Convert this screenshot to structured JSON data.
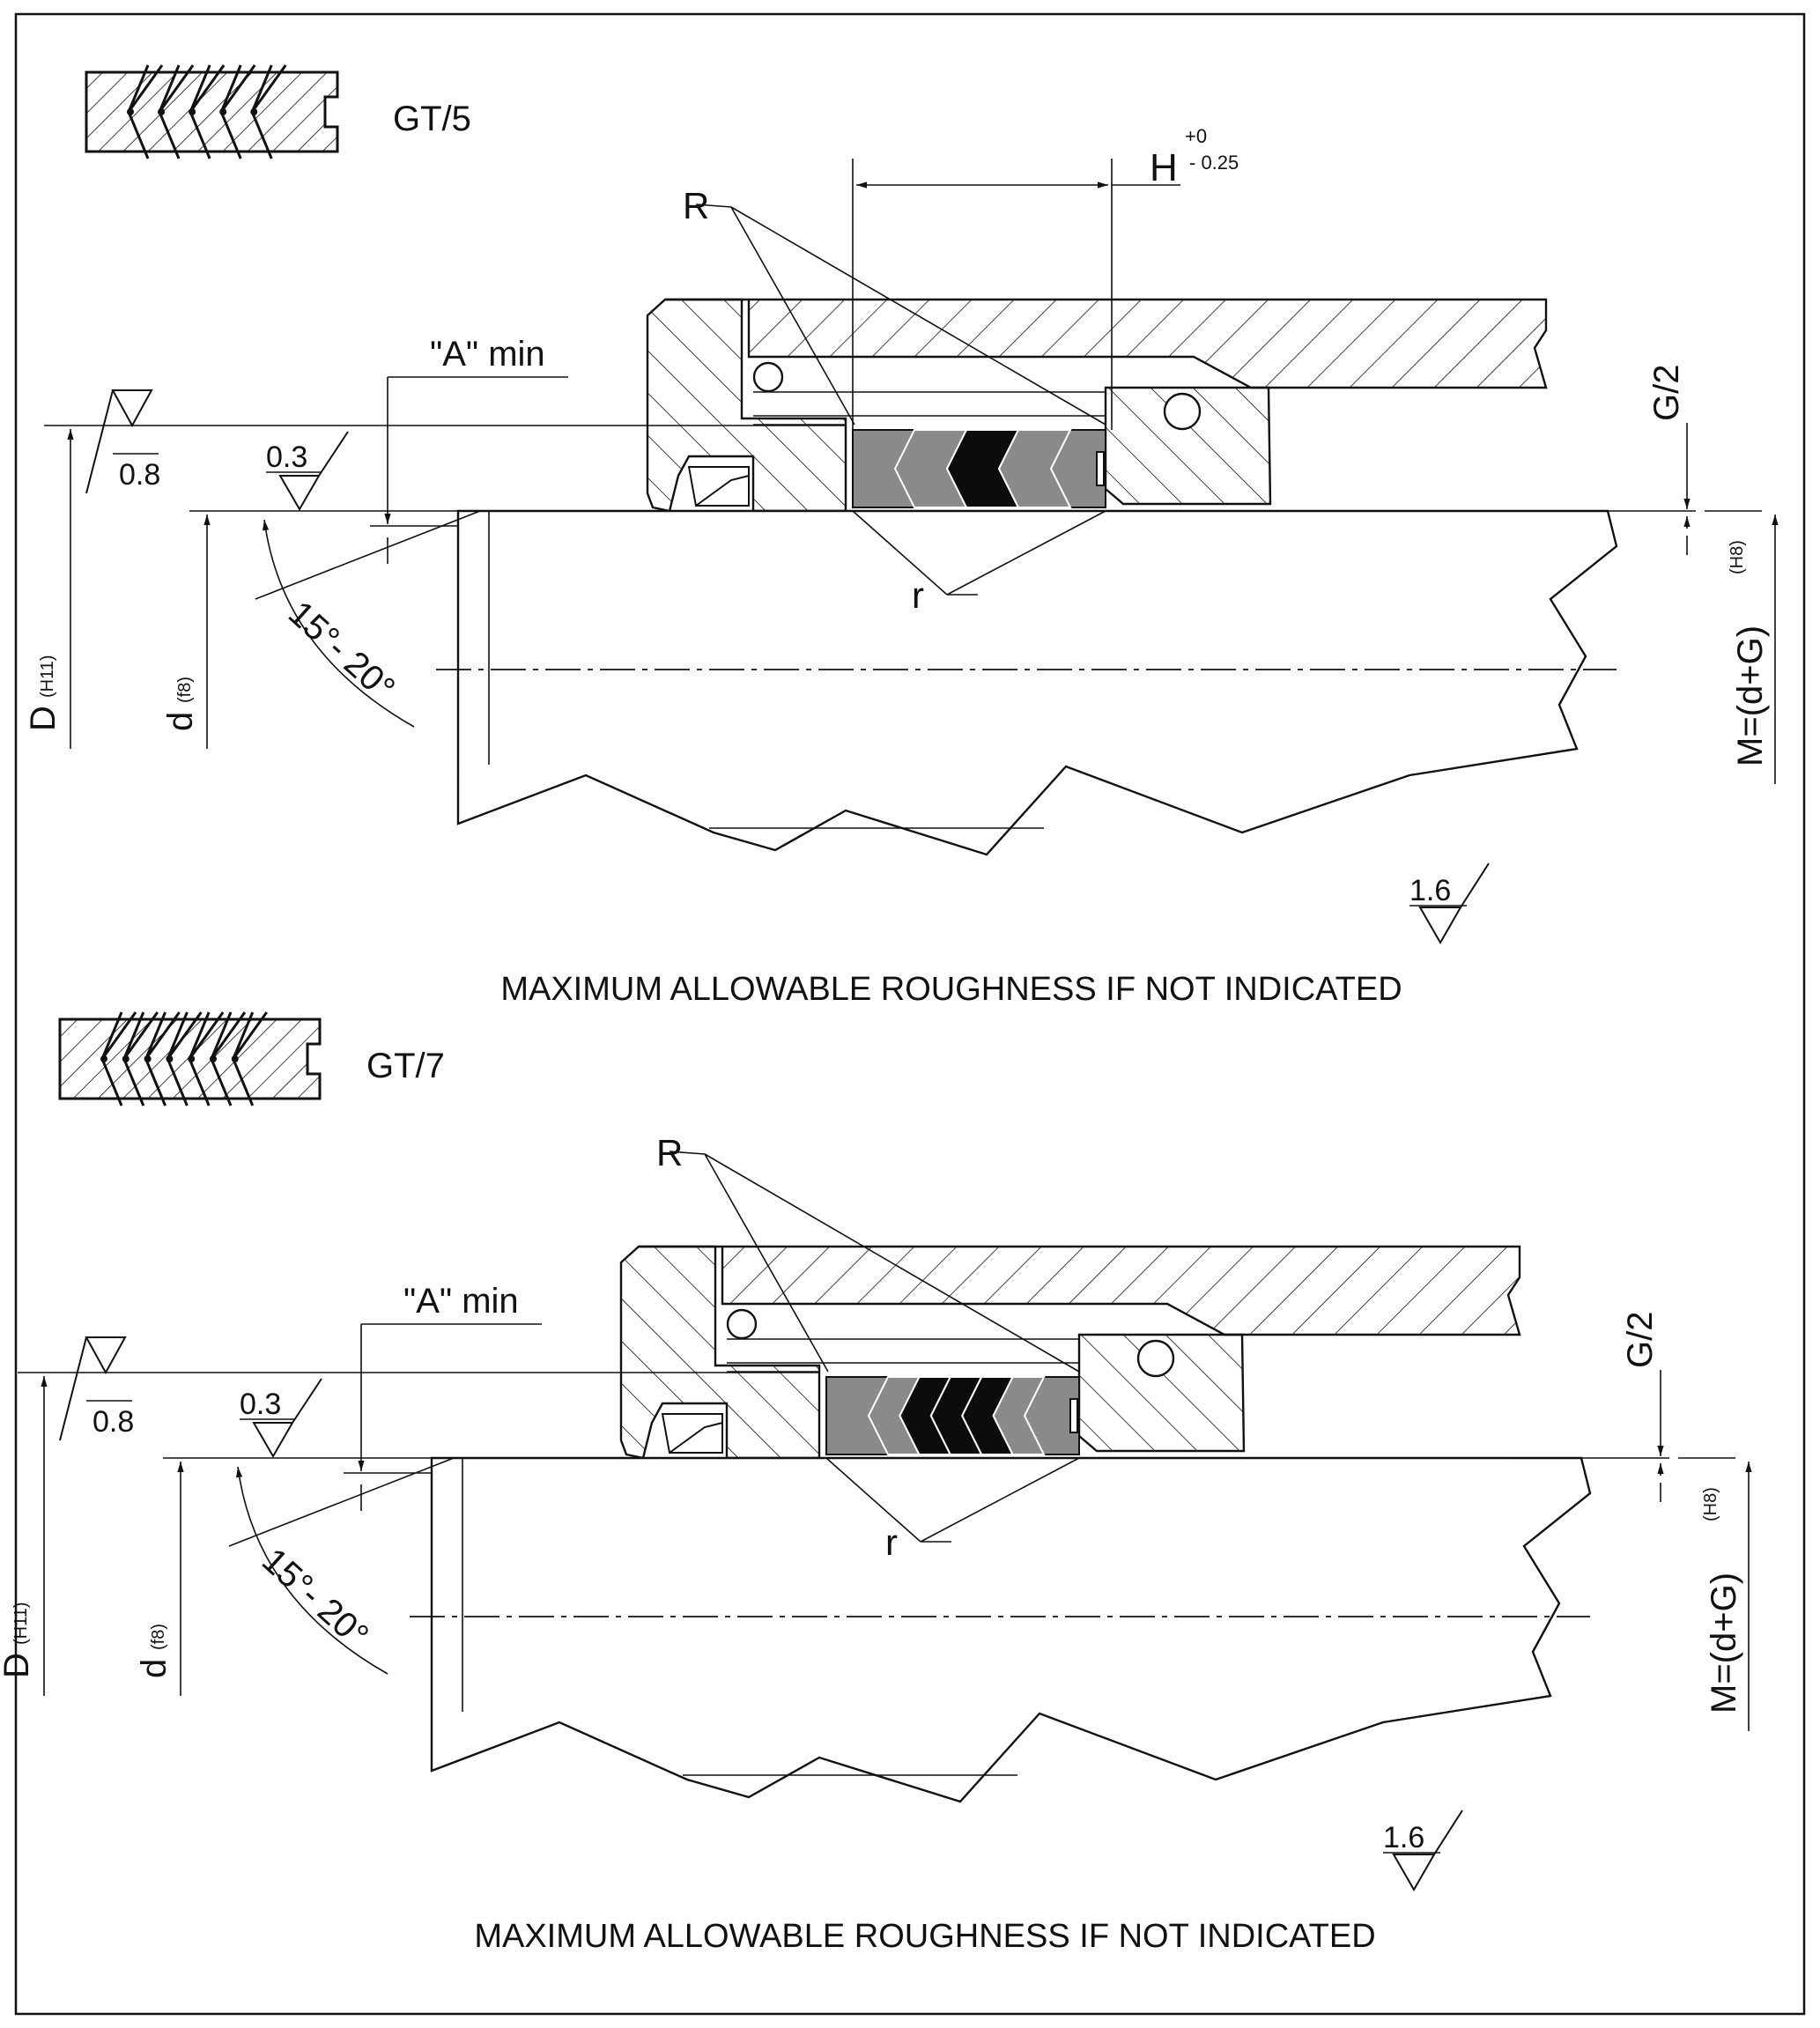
{
  "colors": {
    "line": "#111111",
    "seal_gray": "#8a8a8a",
    "seal_black": "#0c0c0c",
    "background": "#ffffff"
  },
  "figures": [
    {
      "code": "GT/5",
      "rings": 5,
      "labels": {
        "H": "H",
        "H_tol_upper": "+0",
        "H_tol_lower": "- 0.25",
        "R": "R",
        "r": "r",
        "A_min": "\"A\" min",
        "roughness_08": "0.8",
        "roughness_03": "0.3",
        "roughness_16": "1.6",
        "angle": "15°- 20°",
        "D": "D",
        "D_tol": "(H11)",
        "d": "d",
        "d_tol": "(f8)",
        "G2": "G/2",
        "M": "M=(d+G)",
        "M_tol": "(H8)"
      },
      "note": "MAXIMUM ALLOWABLE ROUGHNESS IF NOT INDICATED"
    },
    {
      "code": "GT/7",
      "rings": 7,
      "labels": {
        "H": "",
        "H_tol_upper": "",
        "H_tol_lower": "",
        "R": "R",
        "r": "r",
        "A_min": "\"A\" min",
        "roughness_08": "0.8",
        "roughness_03": "0.3",
        "roughness_16": "1.6",
        "angle": "15°- 20°",
        "D": "D",
        "D_tol": "(H11)",
        "d": "d",
        "d_tol": "(f8)",
        "G2": "G/2",
        "M": "M=(d+G)",
        "M_tol": "(H8)"
      },
      "note": "MAXIMUM ALLOWABLE ROUGHNESS IF NOT INDICATED"
    }
  ]
}
